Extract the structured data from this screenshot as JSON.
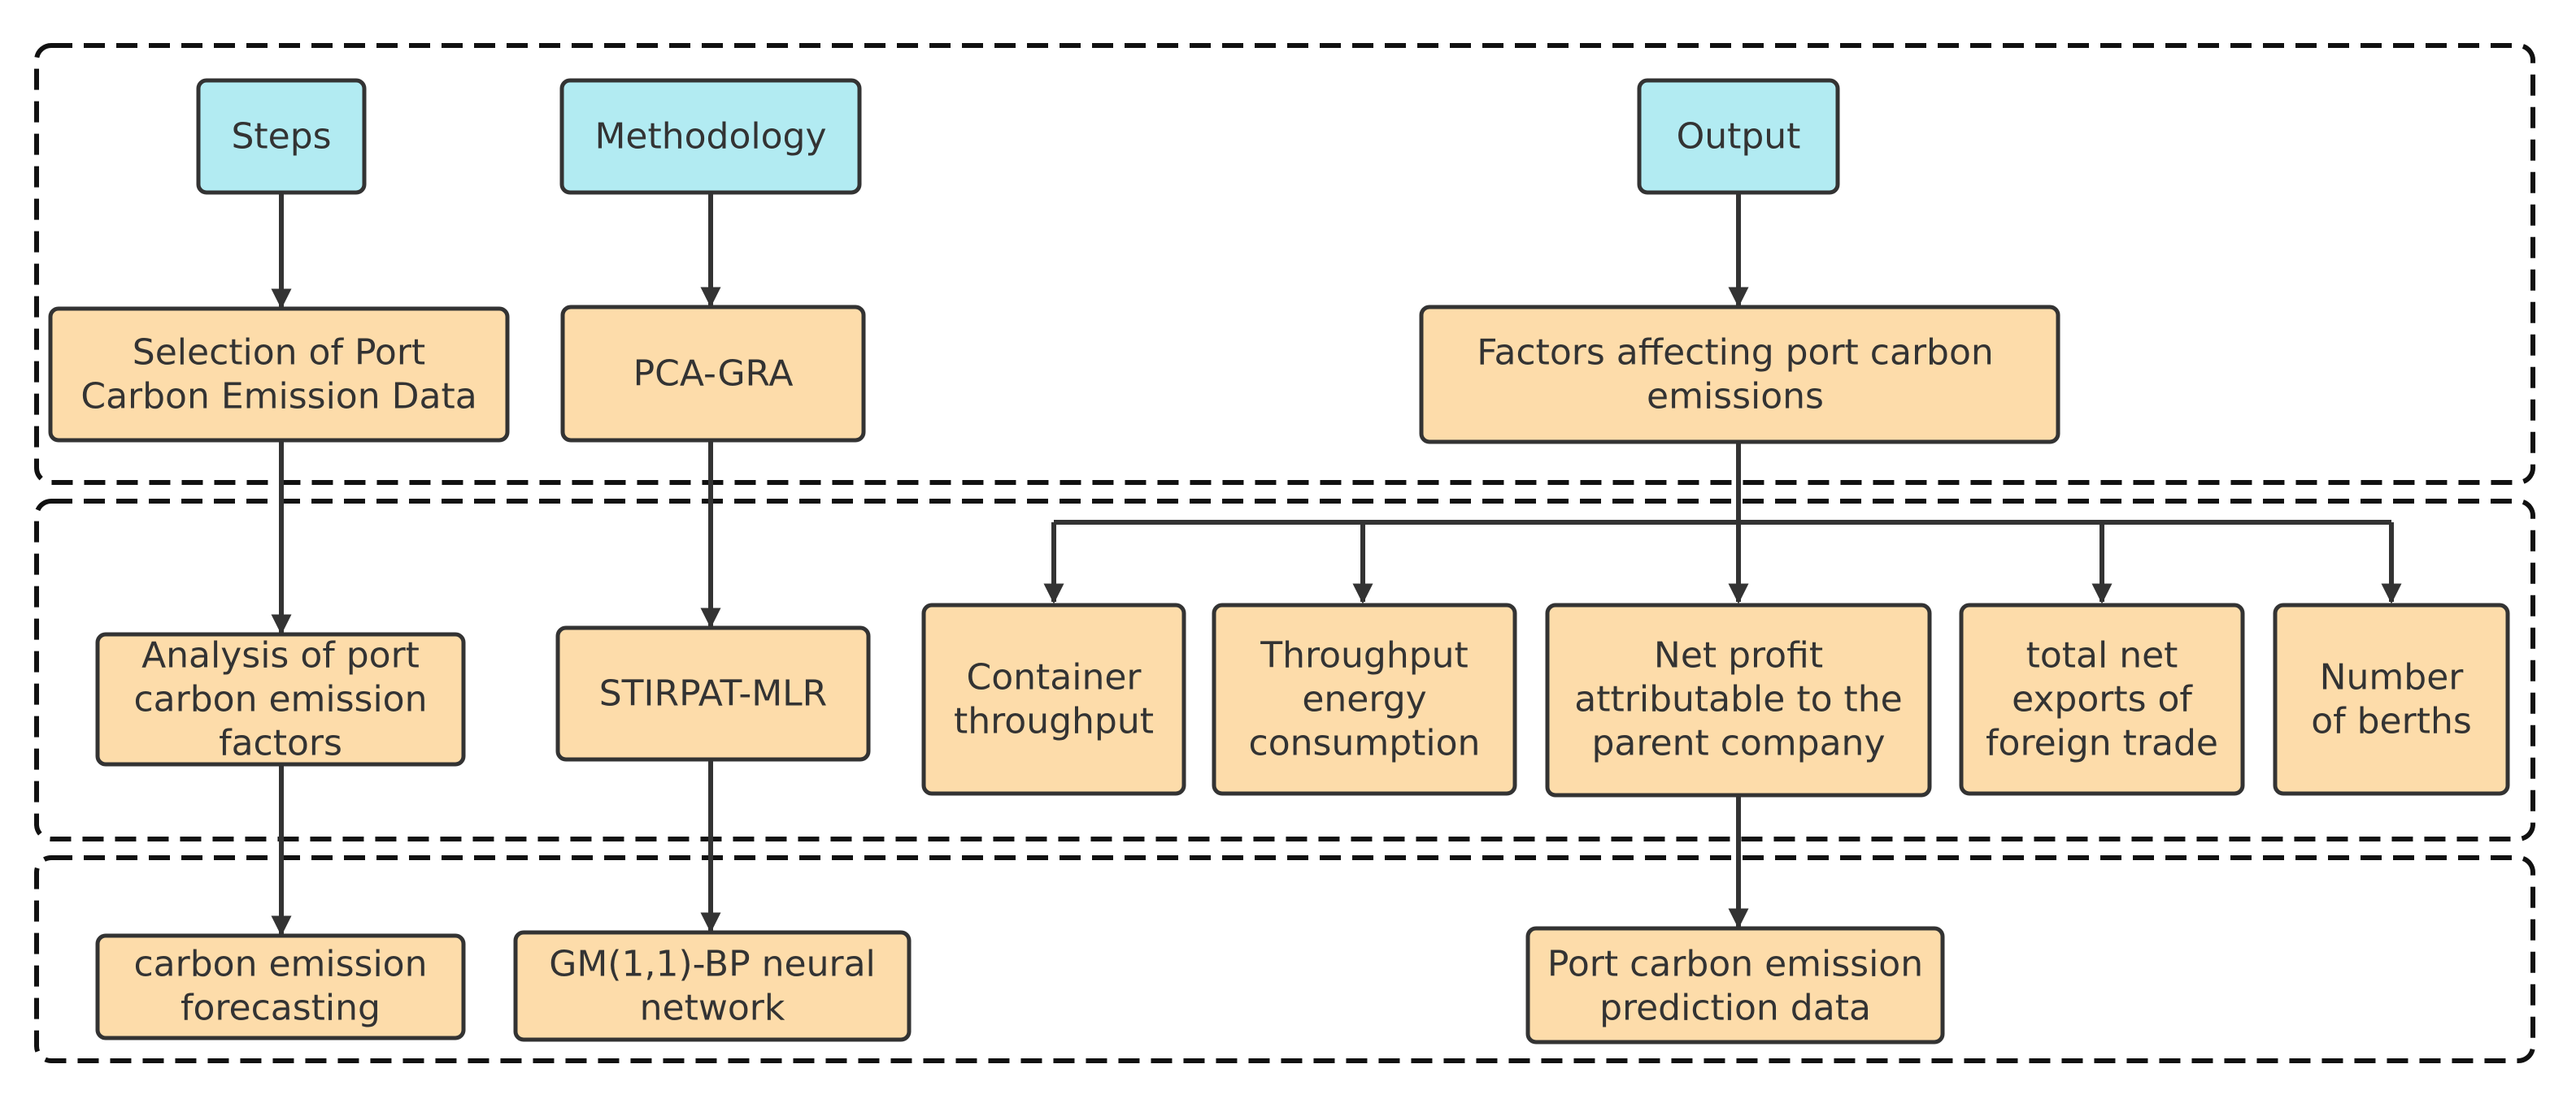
{
  "colors": {
    "header_fill": "#b2ebf2",
    "box_fill": "#fddcaa",
    "stroke": "#333333"
  },
  "headers": {
    "steps": "Steps",
    "methodology": "Methodology",
    "output": "Output"
  },
  "steps": {
    "selection": [
      "Selection of Port",
      "Carbon Emission Data"
    ],
    "analysis": [
      "Analysis of port",
      "carbon emission",
      "factors"
    ],
    "forecasting": [
      "carbon emission",
      "forecasting"
    ]
  },
  "methodology": {
    "pca_gra": [
      "PCA-GRA"
    ],
    "stirpat_mlr": [
      "STIRPAT-MLR"
    ],
    "gm_bp": [
      "GM(1,1)-BP neural",
      "network"
    ]
  },
  "output": {
    "factors": [
      "Factors affecting port carbon",
      "emissions"
    ],
    "container": [
      "Container",
      "throughput"
    ],
    "energy": [
      "Throughput",
      "energy",
      "consumption"
    ],
    "net_profit": [
      "Net profit",
      "attributable to the",
      "parent company"
    ],
    "exports": [
      "total net",
      "exports of",
      "foreign trade"
    ],
    "berths": [
      "Number",
      "of berths"
    ],
    "prediction": [
      "Port carbon emission",
      "prediction data"
    ]
  }
}
